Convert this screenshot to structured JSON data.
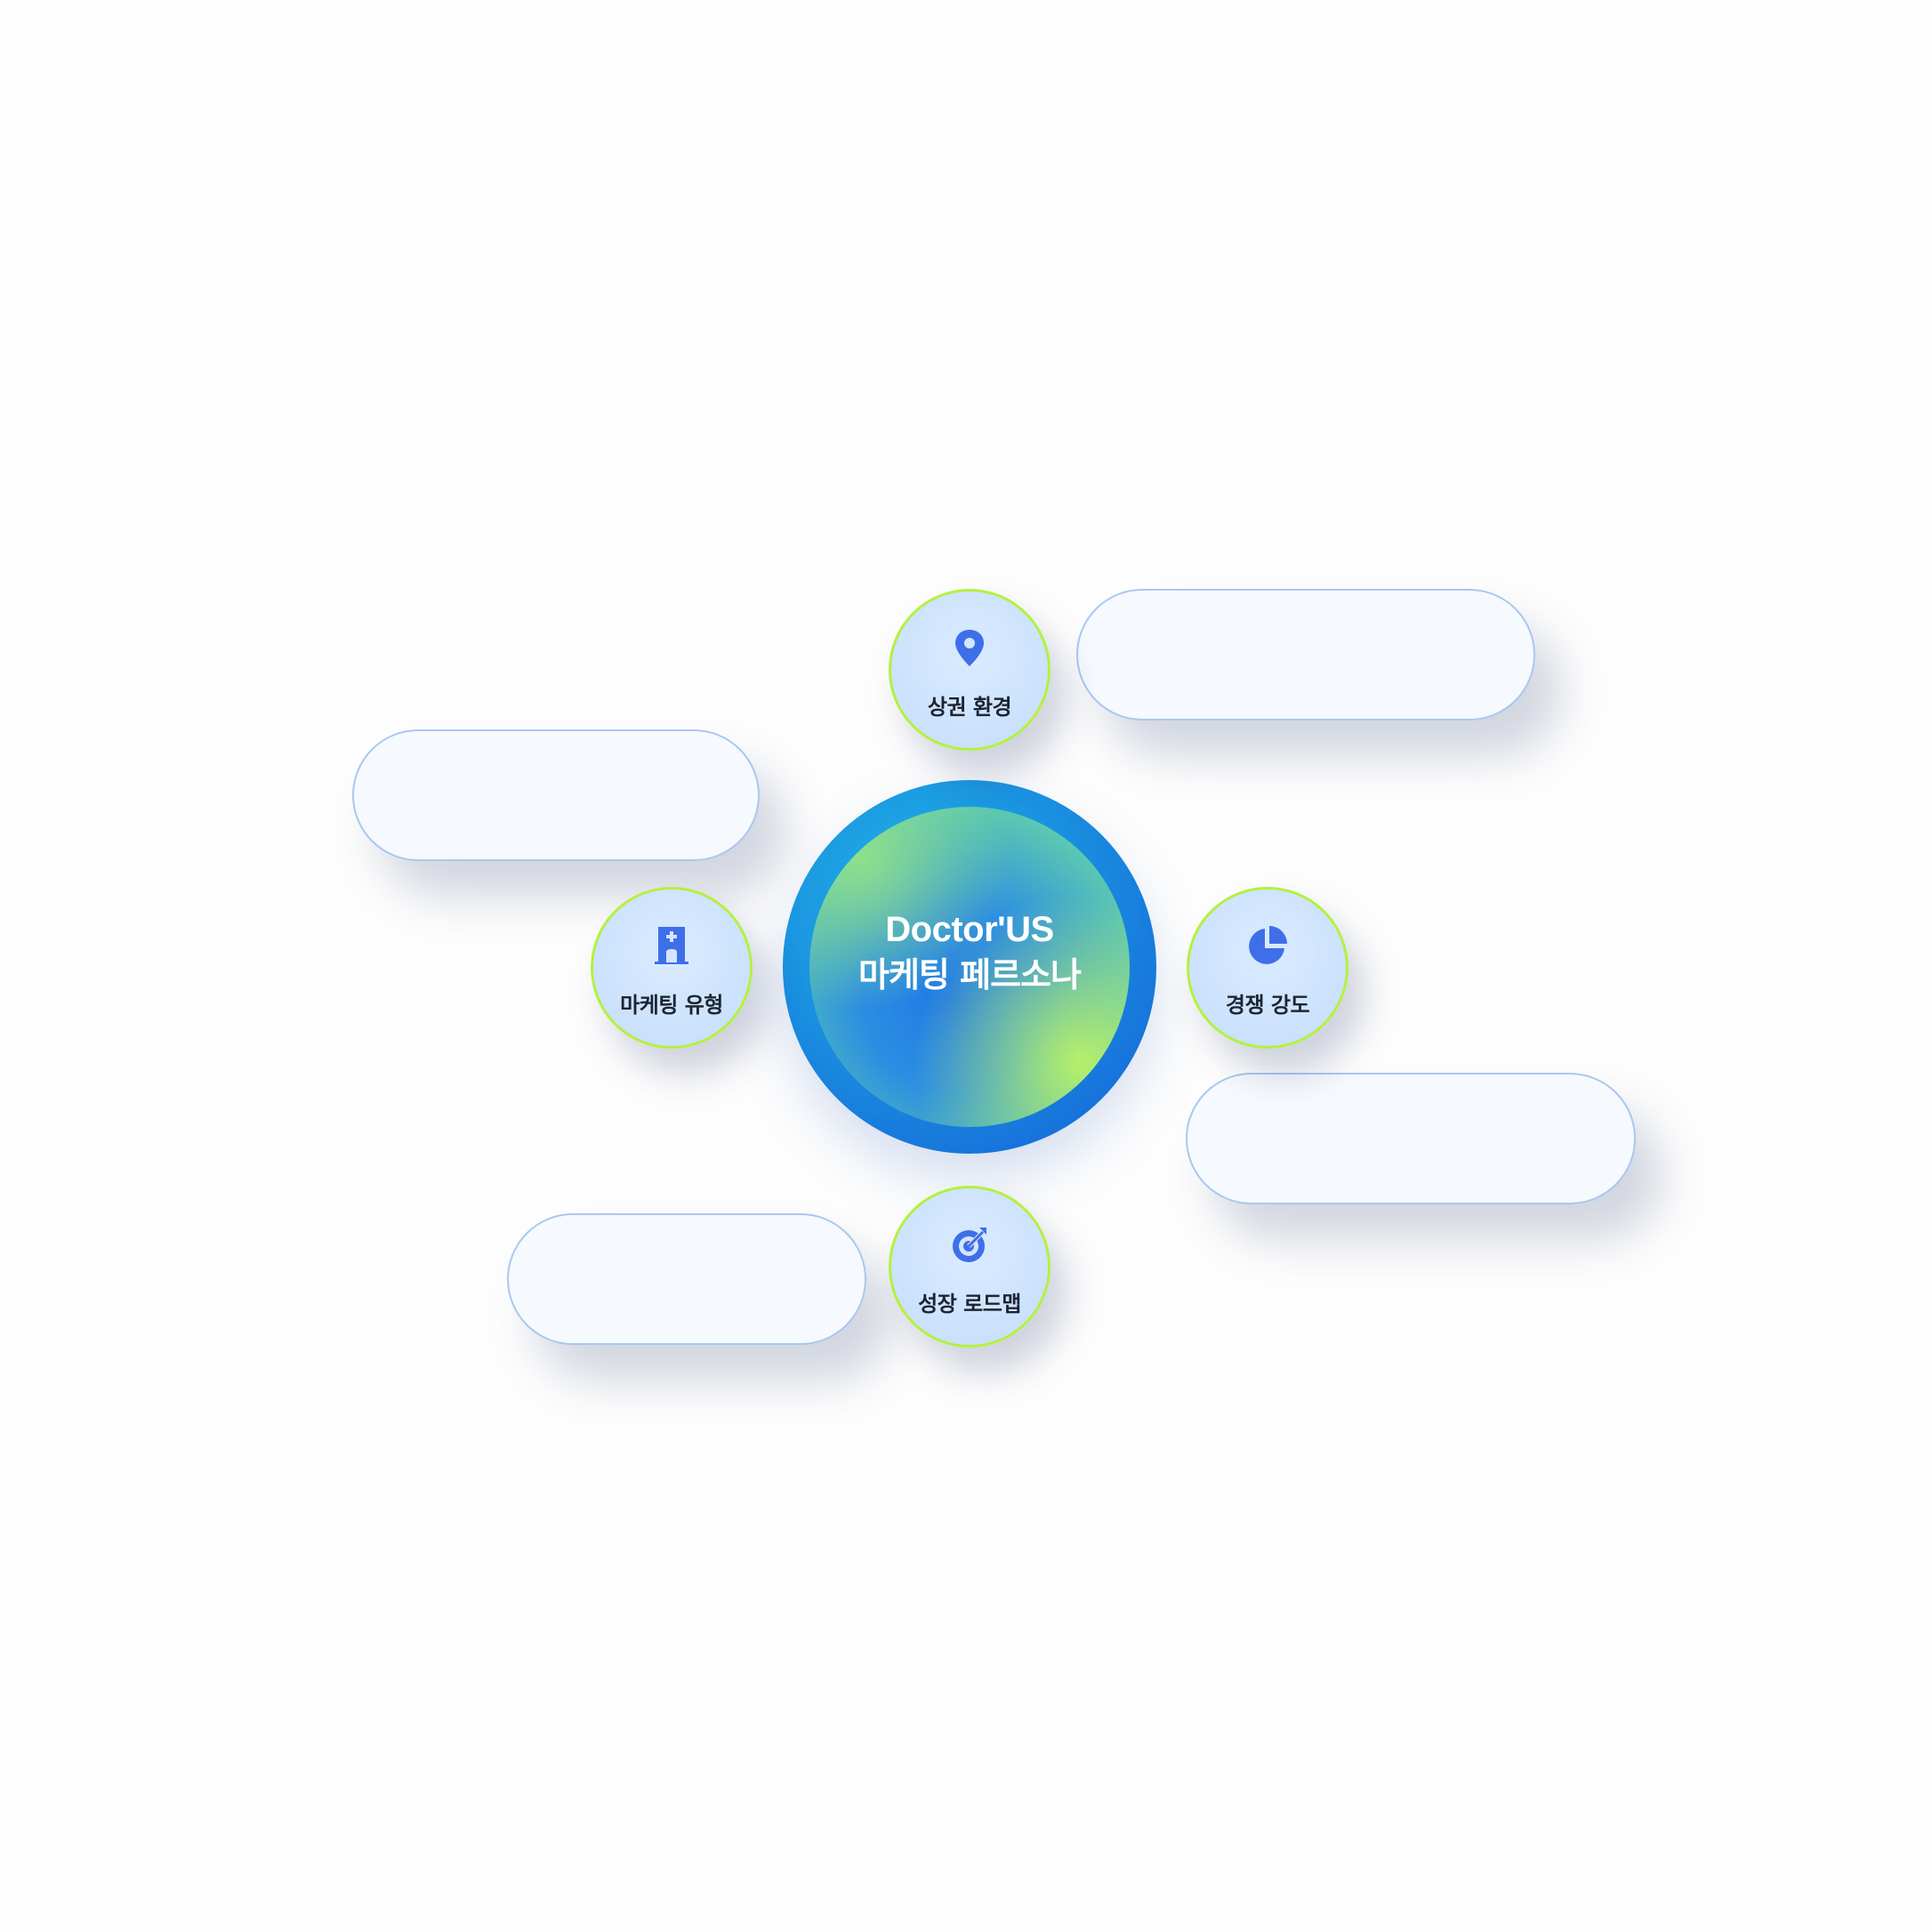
{
  "center": {
    "brand": "Doctor'US",
    "title": "마케팅 페르소나"
  },
  "nodes": [
    {
      "id": "commercial",
      "label": "상권 환경",
      "icon": "location-pin-icon"
    },
    {
      "id": "marketing",
      "label": "마케팅 유형",
      "icon": "hospital-building-icon"
    },
    {
      "id": "competition",
      "label": "경쟁 강도",
      "icon": "pie-chart-icon"
    },
    {
      "id": "growth",
      "label": "성장 로드맵",
      "icon": "target-icon"
    }
  ],
  "pills": [
    {
      "id": "commercial",
      "lines": [
        "",
        ""
      ]
    },
    {
      "id": "marketing",
      "lines": [
        "",
        ""
      ]
    },
    {
      "id": "competition",
      "lines": [
        "",
        ""
      ]
    },
    {
      "id": "growth",
      "lines": [
        "",
        ""
      ]
    }
  ],
  "colors": {
    "accent_blue": "#3f6fe8",
    "node_border": "#b5f03f",
    "pill_border": "#a9c8ef"
  }
}
